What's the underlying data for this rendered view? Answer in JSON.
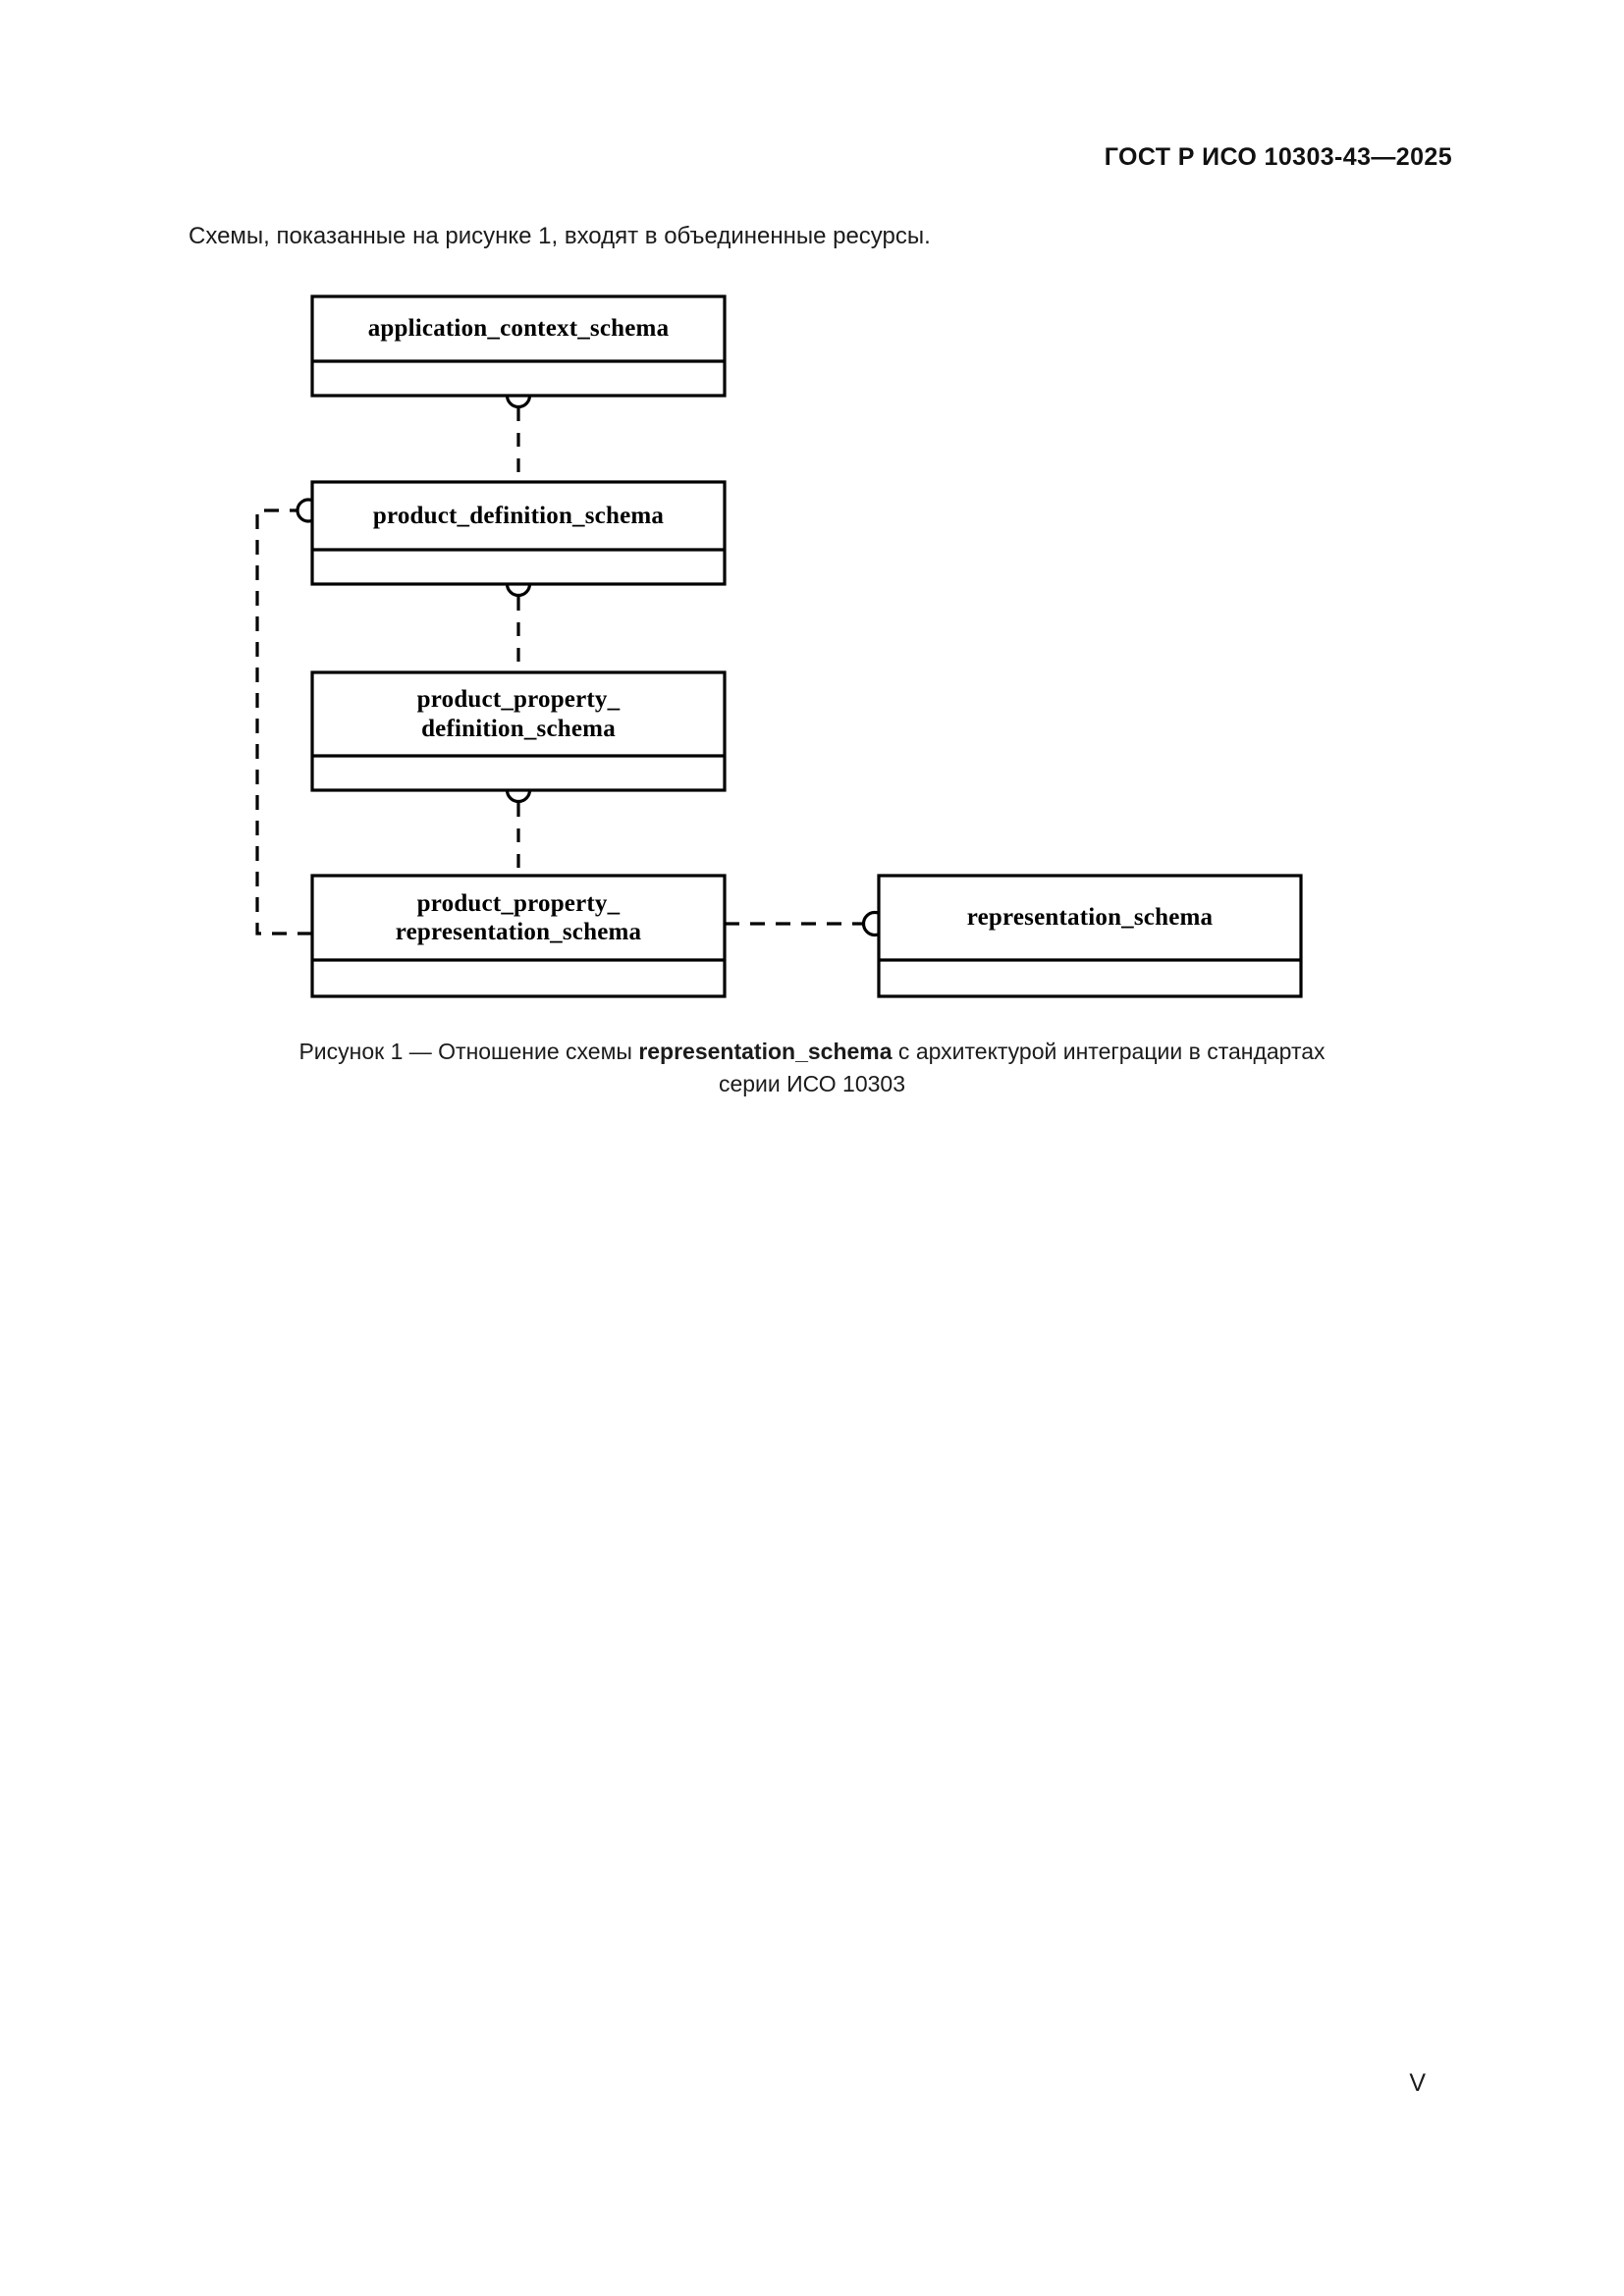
{
  "header": {
    "standard_number": "ГОСТ Р ИСО 10303-43—2025"
  },
  "body": {
    "intro_text": "Схемы, показанные на рисунке 1, входят в объединенные ресурсы."
  },
  "figure": {
    "caption_prefix": "Рисунок 1 — Отношение схемы ",
    "caption_bold": "representation_schema",
    "caption_suffix": " с архитектурой интеграции в стандартах",
    "caption_line2": "серии ИСО 10303",
    "boxes": [
      {
        "id": "application_context_schema",
        "line1": "application_context_schema",
        "line2": ""
      },
      {
        "id": "product_definition_schema",
        "line1": "product_definition_schema",
        "line2": ""
      },
      {
        "id": "product_property_definition_schema",
        "line1": "product_property_",
        "line2": "definition_schema"
      },
      {
        "id": "product_property_representation_schema",
        "line1": "product_property_",
        "line2": "representation_schema"
      },
      {
        "id": "representation_schema",
        "line1": "representation_schema",
        "line2": ""
      }
    ],
    "connectors": [
      {
        "from": "application_context_schema",
        "to": "product_definition_schema",
        "style": "dashed",
        "marker": "circle"
      },
      {
        "from": "product_definition_schema",
        "to": "product_property_definition_schema",
        "style": "dashed",
        "marker": "circle"
      },
      {
        "from": "product_property_definition_schema",
        "to": "product_property_representation_schema",
        "style": "dashed",
        "marker": "circle"
      },
      {
        "from": "product_property_representation_schema",
        "to": "product_definition_schema",
        "style": "dashed",
        "marker": "circle"
      },
      {
        "from": "product_property_representation_schema",
        "to": "representation_schema",
        "style": "dashed",
        "marker": "circle"
      }
    ]
  },
  "footer": {
    "page_number": "V"
  },
  "colors": {
    "text": "#1b1b1b",
    "line": "#000000",
    "background": "#ffffff"
  }
}
